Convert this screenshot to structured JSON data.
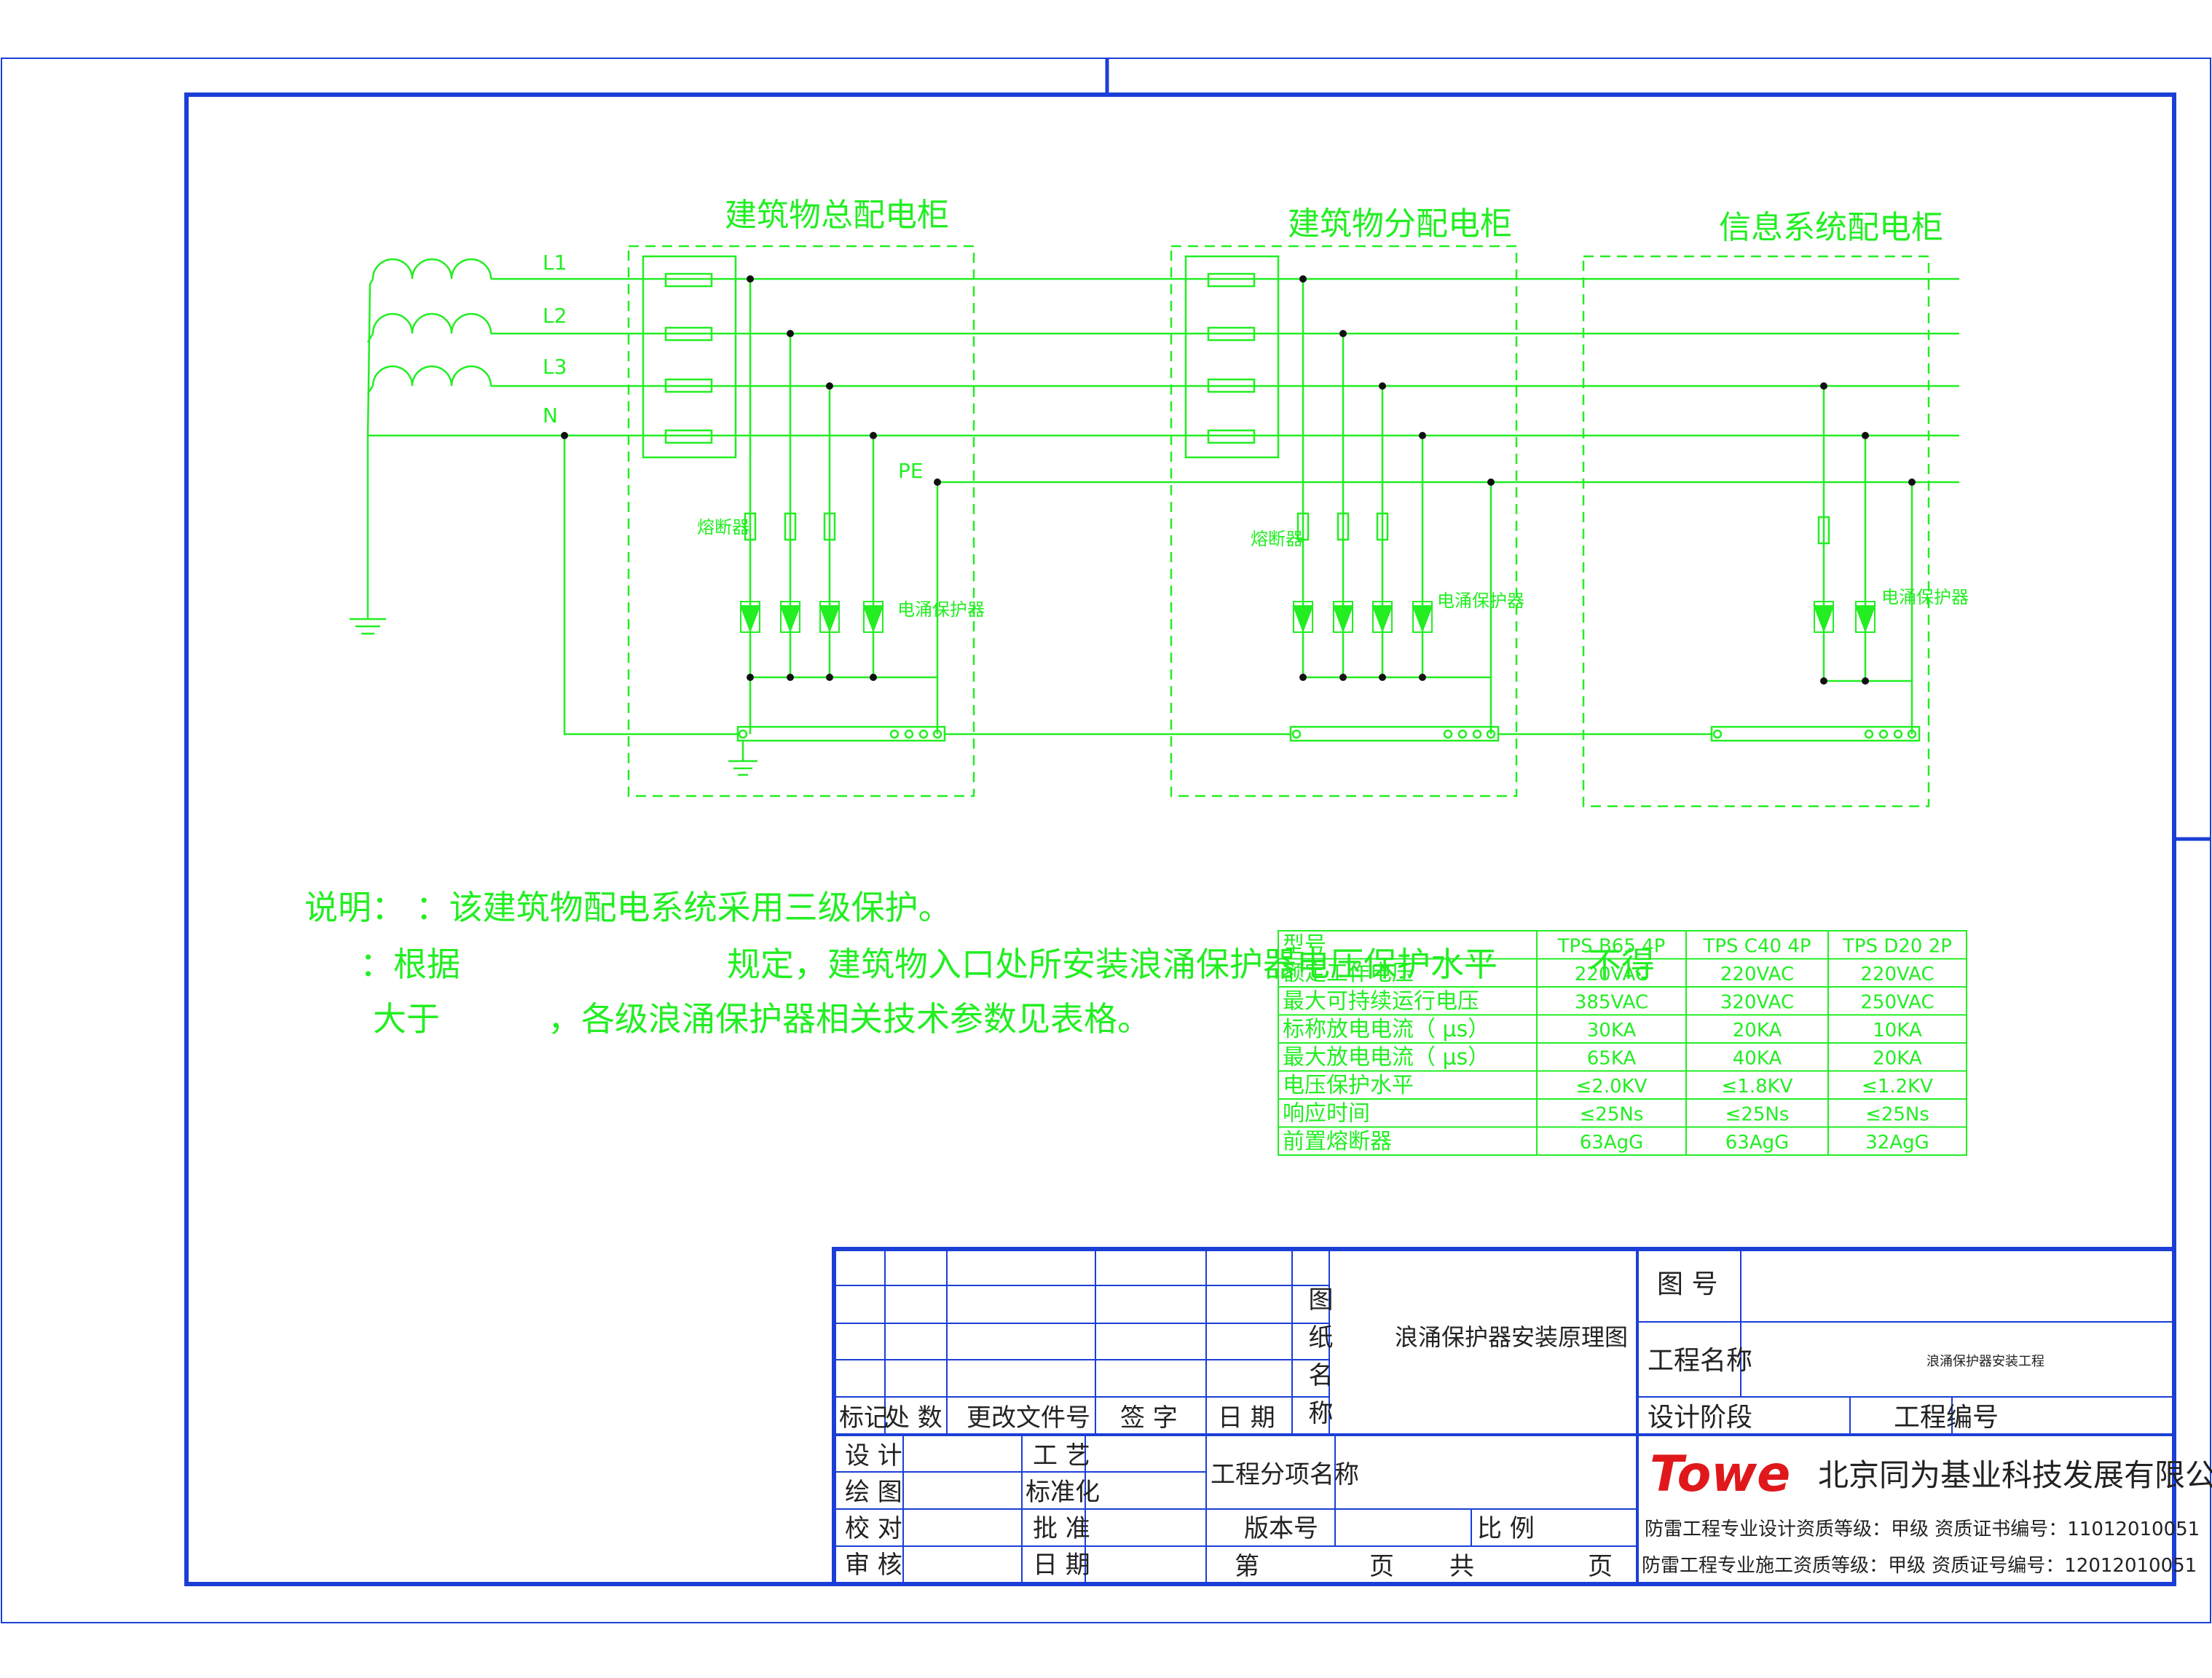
{
  "cabinets": {
    "main": "建筑物总配电柜",
    "sub": "建筑物分配电柜",
    "info": "信息系统配电柜"
  },
  "lines": {
    "l1": "L1",
    "l2": "L2",
    "l3": "L3",
    "n": "N",
    "pe": "PE"
  },
  "labels": {
    "fuse": "熔断器",
    "spd": "电涌保护器"
  },
  "notes": {
    "line1": "说明：  ：该建筑物配电系统采用三级保护。",
    "line2a": "：根据",
    "line2b": "规定，建筑物入口处所安装浪涌保护器电压保护水平",
    "line2c": "不得",
    "line3a": "大于",
    "line3b": "，各级浪涌保护器相关技术参数见表格。"
  },
  "spec_table": {
    "header": [
      "型号",
      "TPS B65 4P",
      "TPS C40 4P",
      "TPS D20 2P"
    ],
    "rows": [
      [
        "额定工作电压",
        "220VAC",
        "220VAC",
        "220VAC"
      ],
      [
        "最大可持续运行电压",
        "385VAC",
        "320VAC",
        "250VAC"
      ],
      [
        "标称放电电流（    μs）",
        "30KA",
        "20KA",
        "10KA"
      ],
      [
        "最大放电电流（    μs）",
        "65KA",
        "40KA",
        "20KA"
      ],
      [
        "电压保护水平",
        "≤2.0KV",
        "≤1.8KV",
        "≤1.2KV"
      ],
      [
        "响应时间",
        "≤25Ns",
        "≤25Ns",
        "≤25Ns"
      ],
      [
        "前置熔断器",
        "63AgG",
        "63AgG",
        "32AgG"
      ]
    ]
  },
  "title_block": {
    "rev_headers": [
      "标记",
      "处 数",
      "更改文件号",
      "签 字",
      "日 期"
    ],
    "drawing_name_label": "图纸名称",
    "drawing_name": "浪涌保护器安装原理图",
    "drawing_no_label": "图  号",
    "project_name_label": "工程名称",
    "project_name": "浪涌保护器安装工程",
    "design_stage_label": "设计阶段",
    "project_no_label": "工程编号",
    "design": "设 计",
    "draw": "绘 图",
    "check": "校 对",
    "review": "审 核",
    "craft": "工 艺",
    "standard": "标准化",
    "approve": "批 准",
    "date": "日 期",
    "sub_project": "工程分项名称",
    "version": "版本号",
    "scale": "比  例",
    "page_of": "第",
    "page_unit": "页",
    "total": "共",
    "total_unit": "页",
    "logo": "Towe",
    "company": "北京同为基业科技发展有限公司",
    "design_cert": "防雷工程专业设计资质等级：甲级   资质证书编号：11012010051",
    "build_cert": "防雷工程专业施工资质等级：甲级   资质证号编号：12012010051"
  },
  "colors": {
    "frame": "#1b3fd6",
    "diagram": "#22ee22",
    "text": "#222222",
    "logo": "#e0181b"
  }
}
